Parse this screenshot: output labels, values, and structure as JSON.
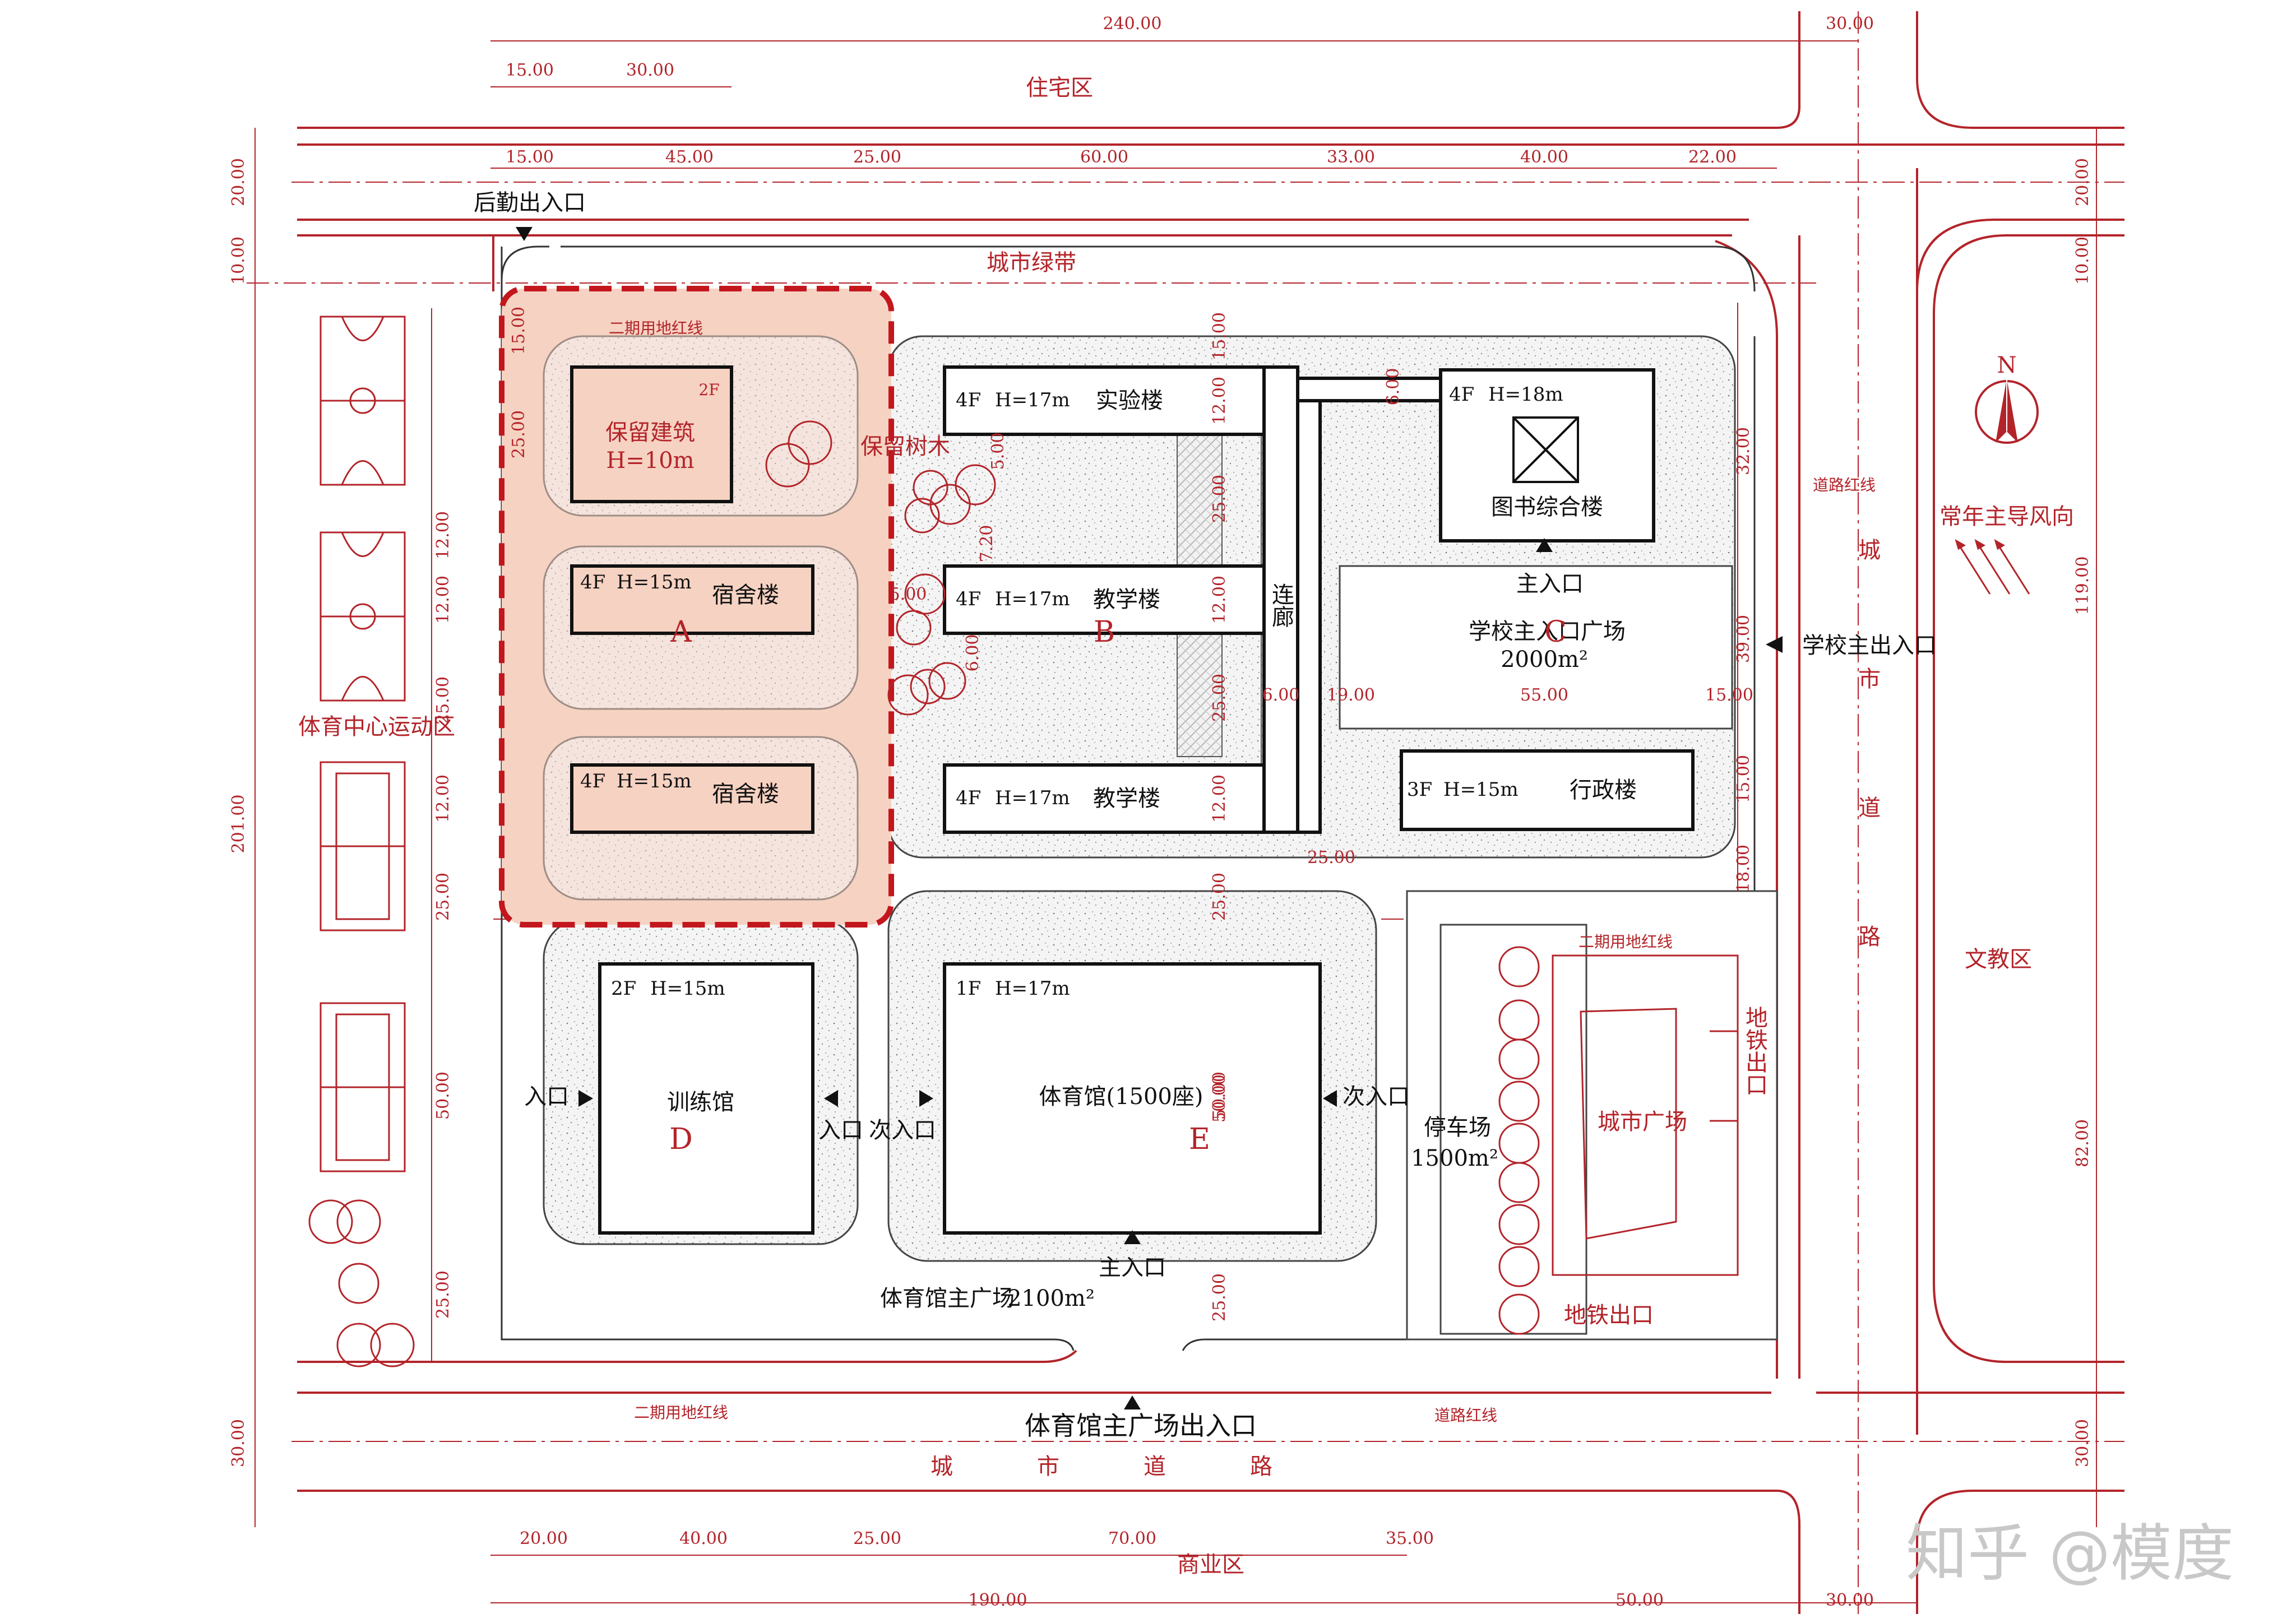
{
  "top_dims": {
    "total": "240.00",
    "right_road": "30.00",
    "seg1": "15.00",
    "seg2": "30.00",
    "row2": [
      "15.00",
      "45.00",
      "25.00",
      "60.00",
      "33.00",
      "40.00",
      "22.00"
    ]
  },
  "bottom_dims": {
    "row1": [
      "20.00",
      "40.00",
      "25.00",
      "70.00",
      "35.00"
    ],
    "total": "190.00",
    "right": "50.00",
    "right_road": "30.00"
  },
  "left_dims": {
    "outer": [
      "20.00",
      "10.00",
      "201.00",
      "30.00"
    ],
    "inner": [
      "15.00",
      "25.00",
      "12.00",
      "12.00",
      "25.00",
      "12.00",
      "25.00",
      "50.00",
      "25.00"
    ]
  },
  "right_dims": {
    "outer": [
      "20.00",
      "10.00",
      "119.00",
      "82.00",
      "30.00"
    ],
    "inner": [
      "32.00",
      "39.00",
      "15.00",
      "18.00"
    ]
  },
  "misc_dims": [
    "12.00",
    "25.00",
    "25.00",
    "12.00",
    "12.00",
    "5.00",
    "7.20",
    "6.00",
    "5.00",
    "6.00",
    "19.00",
    "55.00",
    "15.00",
    "25.00",
    "15.00",
    "25.00",
    "50.00",
    "25.00",
    "6.00"
  ],
  "zones": {
    "residential": "住宅区",
    "green_belt": "城市绿带",
    "sports_zone": "体育中心运动区",
    "education_zone": "文教区",
    "commercial": "商业区",
    "city_road_right": [
      "城",
      "市",
      "道",
      "路"
    ],
    "city_road_bottom": [
      "城",
      "市",
      "道",
      "路"
    ]
  },
  "labels": {
    "service_entrance": "后勤出入口",
    "phase2_redline_top": "二期用地红线",
    "phase2_redline_right": "二期用地红线",
    "phase2_redline_bottom": "二期用地红线",
    "road_redline_right": "道路红线",
    "road_redline_bottom": "道路红线",
    "preserved_trees": "保留树木",
    "corridor": "连廊",
    "school_main_entrance": "学校主出入口",
    "school_plaza": "学校主入口广场",
    "school_plaza_area": "2000m²",
    "gym_plaza": "体育馆主广场",
    "gym_plaza_area": "2100m²",
    "gym_plaza_entrance": "体育馆主广场出入口",
    "parking": "停车场",
    "parking_area": "1500m²",
    "city_plaza": "城市广场",
    "metro_exit_v": "地铁出口",
    "metro_exit": "地铁出口",
    "wind": "常年主导风向",
    "north": "N",
    "watermark": "知乎 @模度"
  },
  "buildings": {
    "preserved": {
      "floors": "2F",
      "name": "保留建筑",
      "height": "H=10m"
    },
    "dorm1": {
      "floors": "4F",
      "height": "H=15m",
      "name": "宿舍楼"
    },
    "dorm2": {
      "floors": "4F",
      "height": "H=15m",
      "name": "宿舍楼"
    },
    "group_a": "A",
    "lab": {
      "floors": "4F",
      "height": "H=17m",
      "name": "实验楼"
    },
    "teach1": {
      "floors": "4F",
      "height": "H=17m",
      "name": "教学楼"
    },
    "teach2": {
      "floors": "4F",
      "height": "H=17m",
      "name": "教学楼"
    },
    "group_b": "B",
    "library": {
      "floors": "4F",
      "height": "H=18m",
      "name": "图书综合楼",
      "entrance": "主入口"
    },
    "group_c": "C",
    "admin": {
      "floors": "3F",
      "height": "H=15m",
      "name": "行政楼"
    },
    "training": {
      "floors": "2F",
      "height": "H=15m",
      "name": "训练馆",
      "entrance_left": "入口",
      "entrance_right": "入口",
      "letter": "D"
    },
    "gym": {
      "floors": "1F",
      "height": "H=17m",
      "name": "体育馆(1500座)",
      "dim": "50.00",
      "entrance_left": "次入口",
      "entrance_right": "次入口",
      "entrance_main": "主入口",
      "letter": "E"
    }
  }
}
